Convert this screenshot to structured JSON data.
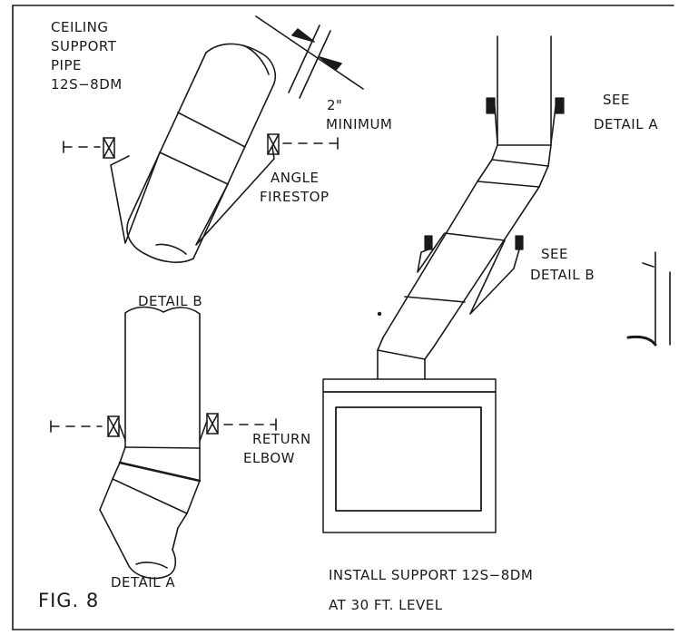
{
  "labels": {
    "ceiling_support": [
      "CEILING",
      "SUPPORT",
      "PIPE",
      "12S−8DM"
    ],
    "minimum": [
      "2\"",
      "MINIMUM"
    ],
    "angle_firestop": [
      "ANGLE",
      "FIRESTOP"
    ],
    "see_detail_a": [
      "SEE",
      "DETAIL  A"
    ],
    "see_detail_b": [
      "SEE",
      "DETAIL  B"
    ],
    "detail_b_caption": "DETAIL  B",
    "return_elbow": [
      "RETURN",
      "ELBOW"
    ],
    "detail_a_caption": "DETAIL  A",
    "install_support": [
      "INSTALL  SUPPORT  12S−8DM",
      "AT  30  FT.  LEVEL"
    ],
    "figure": "FIG.  8"
  }
}
